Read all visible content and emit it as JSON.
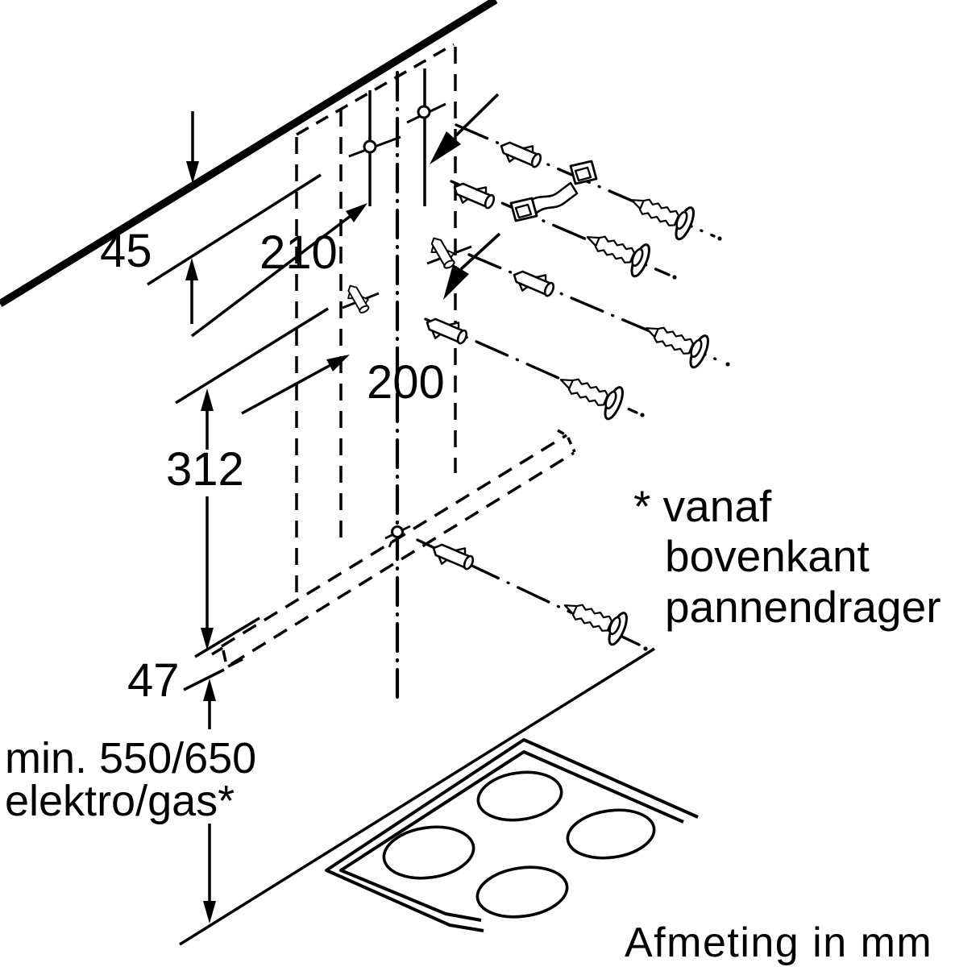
{
  "colors": {
    "ink": "#000000",
    "background": "#ffffff"
  },
  "dimensions": {
    "ceiling_gap": "45",
    "upper_hole_offset": "210",
    "lower_hole_offset": "200",
    "bracket_height": "312",
    "rim_offset": "47",
    "min_height_line1": "min. 550/650",
    "min_height_line2": "elektro/gas*"
  },
  "footnote": {
    "line1": "* vanaf",
    "line2": "bovenkant",
    "line3": "pannendrager"
  },
  "caption": "Afmeting in mm"
}
